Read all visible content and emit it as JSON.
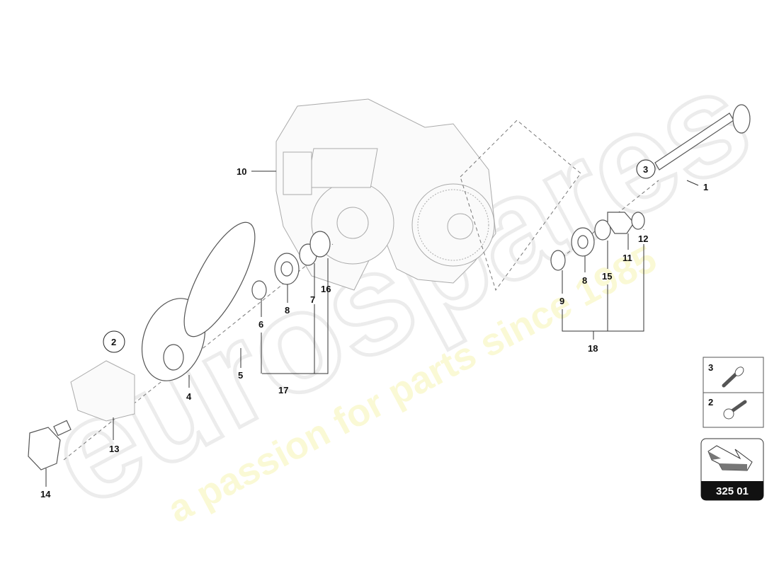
{
  "watermark": {
    "brand": "eurospares",
    "tagline": "a passion for parts since 1985"
  },
  "callouts": {
    "c1": "1",
    "c2": "2",
    "c3": "3",
    "c4": "4",
    "c5": "5",
    "c6": "6",
    "c7": "7",
    "c8a": "8",
    "c8b": "8",
    "c9": "9",
    "c10": "10",
    "c11": "11",
    "c12": "12",
    "c13": "13",
    "c14": "14",
    "c15": "15",
    "c16": "16",
    "c17": "17",
    "c18": "18"
  },
  "legend": {
    "item3": "3",
    "item2": "2"
  },
  "page_ref": "325 01"
}
